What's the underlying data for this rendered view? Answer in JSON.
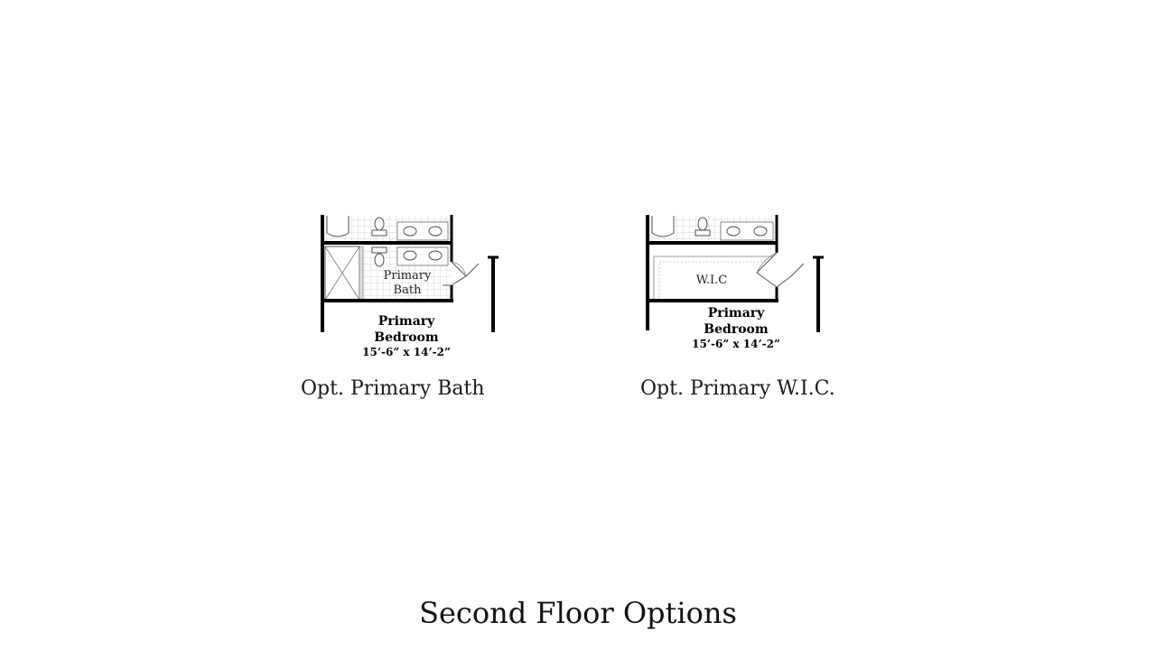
{
  "page_title": "Second Floor Options",
  "plans": [
    {
      "caption": "Opt. Primary Bath",
      "bath_label_line1": "Primary",
      "bath_label_line2": "Bath",
      "bedroom_line1": "Primary",
      "bedroom_line2": "Bedroom",
      "dimensions": "15’-6” x 14’-2”"
    },
    {
      "caption": "Opt. Primary W.I.C.",
      "closet_label": "W.I.C",
      "bedroom_line1": "Primary",
      "bedroom_line2": "Bedroom",
      "dimensions": "15’-6” x 14’-2”"
    }
  ]
}
